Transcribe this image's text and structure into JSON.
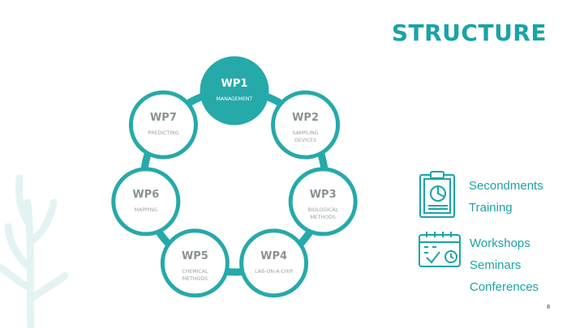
{
  "slide": {
    "title": "STRUCTURE",
    "page_number": "8",
    "accent_color": "#1aa3a8",
    "ring_color": "#26a9a9"
  },
  "diagram": {
    "nodes": [
      {
        "id": "WP1",
        "label": "MANAGEMENT",
        "filled": true
      },
      {
        "id": "WP2",
        "label": "SAMPLING\nDEVICES",
        "filled": false
      },
      {
        "id": "WP3",
        "label": "BIOLOGICAL\nMETHODS",
        "filled": false
      },
      {
        "id": "WP4",
        "label": "LAB-ON-A-CHIP",
        "filled": false
      },
      {
        "id": "WP5",
        "label": "CHEMICAL\nMETHODS",
        "filled": false
      },
      {
        "id": "WP6",
        "label": "MAPPING",
        "filled": false
      },
      {
        "id": "WP7",
        "label": "PREDICTING",
        "filled": false
      }
    ]
  },
  "sidebar": {
    "group1": {
      "icon": "clipboard-chart-icon",
      "items": [
        "Secondments",
        "Training"
      ]
    },
    "group2": {
      "icon": "calendar-check-icon",
      "items": [
        "Workshops",
        "Seminars",
        "Conferences"
      ]
    }
  }
}
